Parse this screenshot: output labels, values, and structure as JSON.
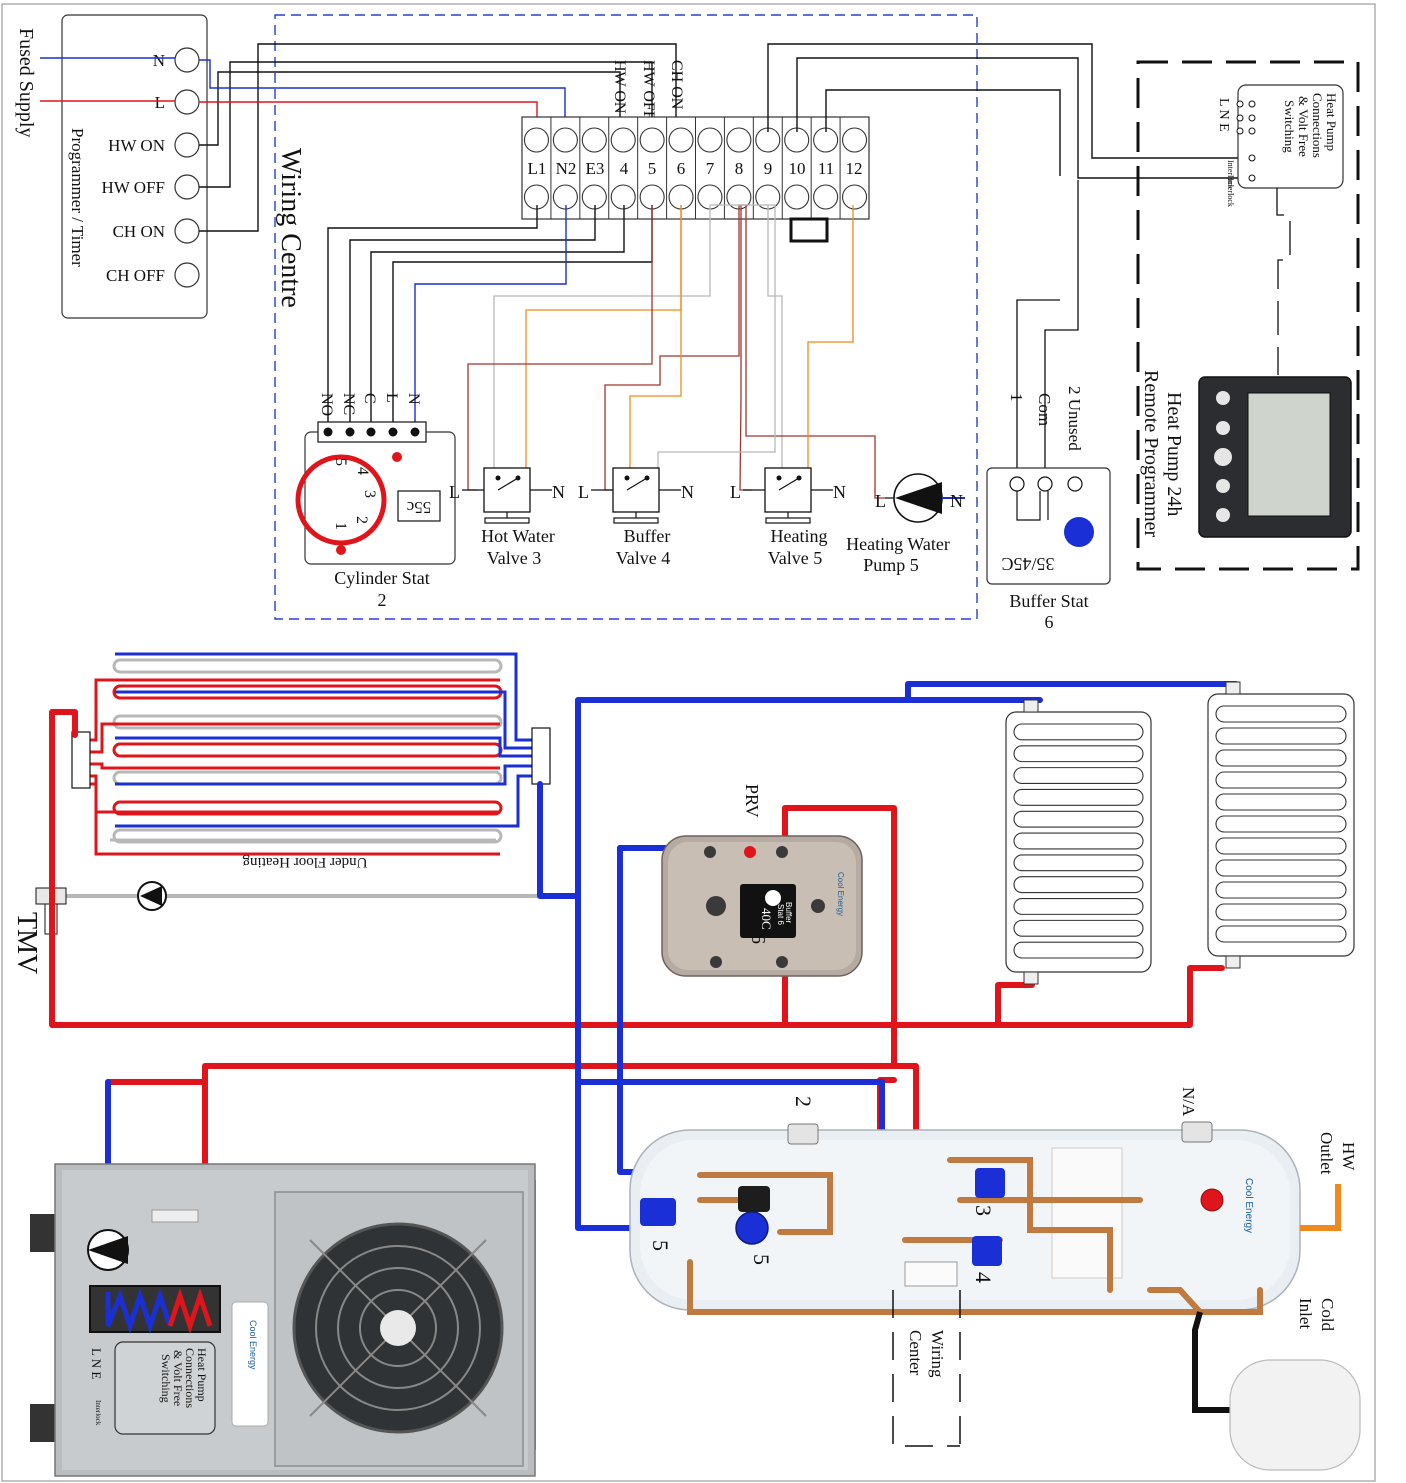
{
  "programmer": {
    "caption": "Programmer / Timer",
    "terminals": [
      "N",
      "L",
      "HW ON",
      "HW OFF",
      "CH ON",
      "CH OFF"
    ]
  },
  "supply": {
    "label": "Fused Supply"
  },
  "wiring_centre": {
    "label": "Wiring Centre",
    "terminals": [
      "L1",
      "N2",
      "E3",
      "4",
      "5",
      "6",
      "7",
      "8",
      "9",
      "10",
      "11",
      "12"
    ],
    "incoming_labels": [
      "HW ON",
      "HW OFF",
      "CH ON"
    ]
  },
  "cylinder_stat": {
    "label1": "Cylinder Stat",
    "label2": "2",
    "setpoint": "55c",
    "terminals": [
      "NO",
      "NC",
      "C",
      "L",
      "N"
    ],
    "dial": [
      "1",
      "2",
      "3",
      "4",
      "5"
    ]
  },
  "valves": [
    {
      "line1": "Hot Water",
      "line2": "Valve 3"
    },
    {
      "line1": "Buffer",
      "line2": "Valve 4"
    },
    {
      "line1": "Heating",
      "line2": "Valve 5"
    }
  ],
  "valve_terms": {
    "l": "L",
    "n": "N"
  },
  "pump": {
    "line1": "Heating Water",
    "line2": "Pump 5"
  },
  "buffer_stat": {
    "label1": "Buffer Stat",
    "label2": "6",
    "setpoint": "35/45C",
    "terminals": [
      "1",
      "Com",
      "2 Unused"
    ]
  },
  "heat_pump_box": {
    "title": [
      "Heat Pump",
      "Connections",
      "& Volt Free",
      "Switching"
    ],
    "lne": "L N E",
    "interlock": "Interlock"
  },
  "remote": {
    "line1": "Heat Pump 24h",
    "line2": "Remote Programmer"
  },
  "hydraulic": {
    "ufh": "Under Floor Heating",
    "tmv": "TMV",
    "prv": "PRV",
    "buffer_tank": [
      "Buffer",
      "Stat 6",
      "40C",
      "6"
    ],
    "brand": "Cool Energy",
    "cyl_label_2": "2",
    "na": "N/A",
    "hw_outlet": [
      "HW",
      "Outlet"
    ],
    "cold_inlet": [
      "Cold",
      "Inlet"
    ],
    "wiring_center": [
      "Wiring",
      "Center"
    ],
    "num_3": "3",
    "num_4": "4",
    "num_5a": "5",
    "num_5b": "5"
  },
  "colors": {
    "live": "#e0141b",
    "neutral": "#1b2fd6",
    "black": "#111111",
    "grey": "#b8b8b8",
    "orange": "#f08a1e",
    "brown": "#a0362c",
    "dashed_box": "#2a3fcf"
  }
}
